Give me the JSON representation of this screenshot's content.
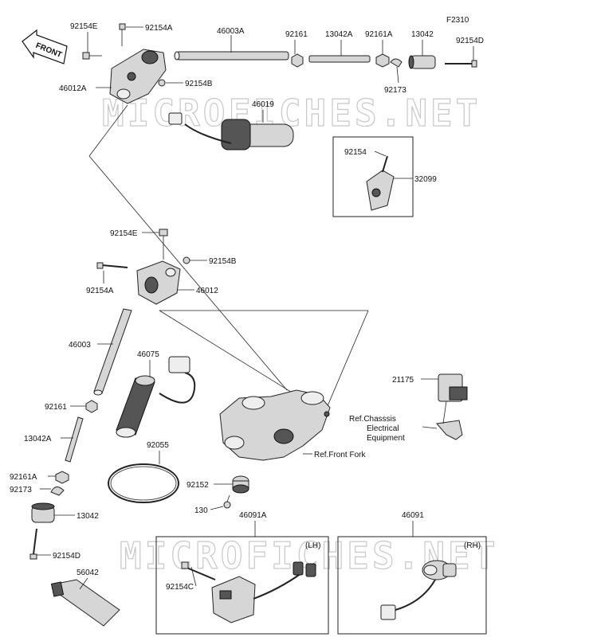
{
  "figure_code": "F2310",
  "front_arrow": {
    "label": "FRONT"
  },
  "watermark": "MICROFICHES.NET",
  "part_labels": {
    "p_92154E_top": "92154E",
    "p_92154A_top": "92154A",
    "p_46003A": "46003A",
    "p_92161_top": "92161",
    "p_13042A_top": "13042A",
    "p_92161A_top": "92161A",
    "p_13042_top": "13042",
    "p_92154D_top": "92154D",
    "p_46012A": "46012A",
    "p_92154B_top": "92154B",
    "p_92173_top": "92173",
    "p_46019": "46019",
    "p_92154_box": "92154",
    "p_32099": "32099",
    "p_92154E_mid": "92154E",
    "p_92154B_mid": "92154B",
    "p_92154A_mid": "92154A",
    "p_46012": "46012",
    "p_46003": "46003",
    "p_46075": "46075",
    "p_21175": "21175",
    "p_92161_mid": "92161",
    "p_13042A_mid": "13042A",
    "p_92055": "92055",
    "p_92161A_mid": "92161A",
    "p_92173_mid": "92173",
    "p_92152": "92152",
    "p_130": "130",
    "p_13042_mid": "13042",
    "p_46091A": "46091A",
    "p_46091": "46091",
    "p_92154D_mid": "92154D",
    "p_56042": "56042",
    "p_92154C": "92154C"
  },
  "references": {
    "chassis_line1": "Ref.Chasssis",
    "chassis_line2": "Electrical",
    "chassis_line3": "Equipment",
    "front_fork": "Ref.Front Fork"
  },
  "switch_boxes": {
    "lh": "(LH)",
    "rh": "(RH)"
  }
}
